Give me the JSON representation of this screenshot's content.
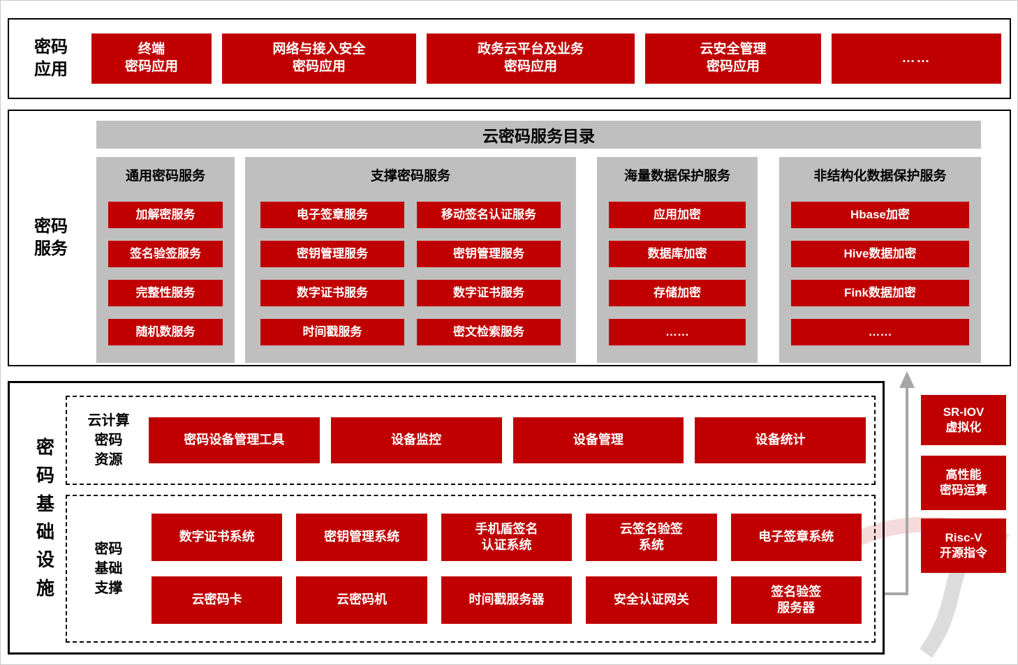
{
  "colors": {
    "red": "#C00000",
    "panel_gray": "#BFBFBF",
    "arrow_gray": "#A6A6A6"
  },
  "app_layer": {
    "side_label": "密码\n应用",
    "boxes": [
      "终端\n密码应用",
      "网络与接入安全\n密码应用",
      "政务云平台及业务\n密码应用",
      "云安全管理\n密码应用",
      "……"
    ]
  },
  "service_layer": {
    "side_label": "密码\n服务",
    "header": "云密码服务目录",
    "panels": [
      {
        "title": "通用密码服务",
        "items": [
          "加解密服务",
          "签名验签服务",
          "完整性服务",
          "随机数服务"
        ]
      },
      {
        "title": "支撑密码服务",
        "items_left": [
          "电子签章服务",
          "密钥管理服务",
          "数字证书服务",
          "时间戳服务"
        ],
        "items_right": [
          "移动签名认证服务",
          "密钥管理服务",
          "数字证书服务",
          "密文检索服务"
        ]
      },
      {
        "title": "海量数据保护服务",
        "items": [
          "应用加密",
          "数据库加密",
          "存储加密",
          "……"
        ]
      },
      {
        "title": "非结构化数据保护服务",
        "items": [
          "Hbase加密",
          "Hive数据加密",
          "Fink数据加密",
          "……"
        ]
      }
    ]
  },
  "infra_layer": {
    "side_label": "密\n码\n基\n础\n设\n施",
    "cloud_resources": {
      "label": "云计算\n密码\n资源",
      "boxes": [
        "密码设备管理工具",
        "设备监控",
        "设备管理",
        "设备统计"
      ]
    },
    "base_support": {
      "label": "密码\n基础\n支撑",
      "row1": [
        "数字证书系统",
        "密钥管理系统",
        "手机盾签名\n认证系统",
        "云签名验签\n系统",
        "电子签章系统"
      ],
      "row2": [
        "云密码卡",
        "云密码机",
        "时间戳服务器",
        "安全认证网关",
        "签名验签\n服务器"
      ]
    }
  },
  "right_column": {
    "boxes": [
      "SR-IOV\n虚拟化",
      "高性能\n密码运算",
      "Risc-V\n开源指令"
    ]
  }
}
